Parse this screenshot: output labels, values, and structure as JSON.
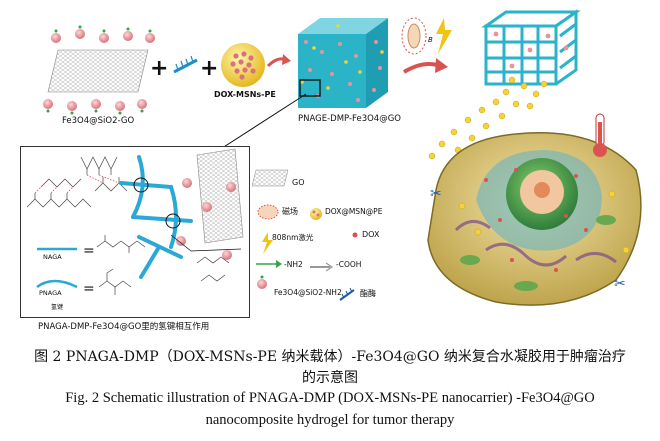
{
  "labels": {
    "go_composite": "Fe3O4@SiO2-GO",
    "carrier": "DOX-MSNs-PE",
    "hydrogel": "PNAGE-DMP-Fe3O4@GO",
    "inset_caption": "PNAGA-DMP-Fe3O4@GO里的氢键相互作用",
    "naga": "NAGA",
    "pnaga": "PNAGA",
    "hbond": "氢键",
    "magnetic_field_symbol": "B"
  },
  "legend": {
    "go": "GO",
    "magnetic": "磁场",
    "dox_msn": "DOX@MSN@PE",
    "laser": "808nm激光",
    "dox": "DOX",
    "nh2": "-NH2",
    "cooh": "-COOH",
    "fe3o4_sio2_nh2": "Fe3O4@SiO2-NH2",
    "enzyme": "酯酶"
  },
  "caption": {
    "cn_line1": "图 2 PNAGA-DMP（DOX-MSNs-PE 纳米载体）-Fe3O4@GO 纳米复合水凝胶用于肿瘤治疗",
    "cn_line2": "的示意图",
    "en_line1": "Fig. 2 Schematic illustration of PNAGA-DMP (DOX-MSNs-PE nanocarrier) -Fe3O4@GO",
    "en_line2": "nanocomposite hydrogel for tumor therapy"
  },
  "colors": {
    "nanoparticle": "#e8939a",
    "hydrogel": "#2bb3c8",
    "carrier": "#f0d23c",
    "arrow": "#d9534f",
    "cell": "#d8c06a"
  }
}
